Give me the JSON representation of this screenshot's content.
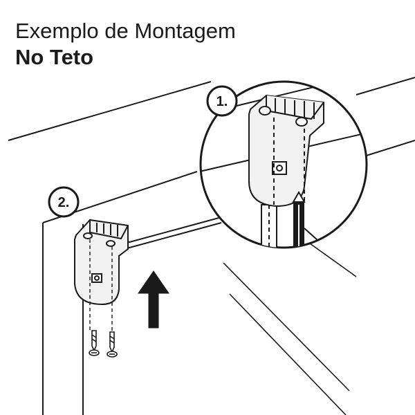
{
  "title": {
    "line1": "Exemplo de Montagem",
    "line2": "No Teto"
  },
  "steps": [
    {
      "label": "1."
    },
    {
      "label": "2."
    }
  ],
  "colors": {
    "ink": "#1a1a1a",
    "background": "#ffffff",
    "bracket_fill": "#f2f2f2"
  },
  "icons": [
    "up-arrow-icon",
    "screwdriver-icon",
    "screw-icon",
    "magnifier-circle-icon"
  ]
}
